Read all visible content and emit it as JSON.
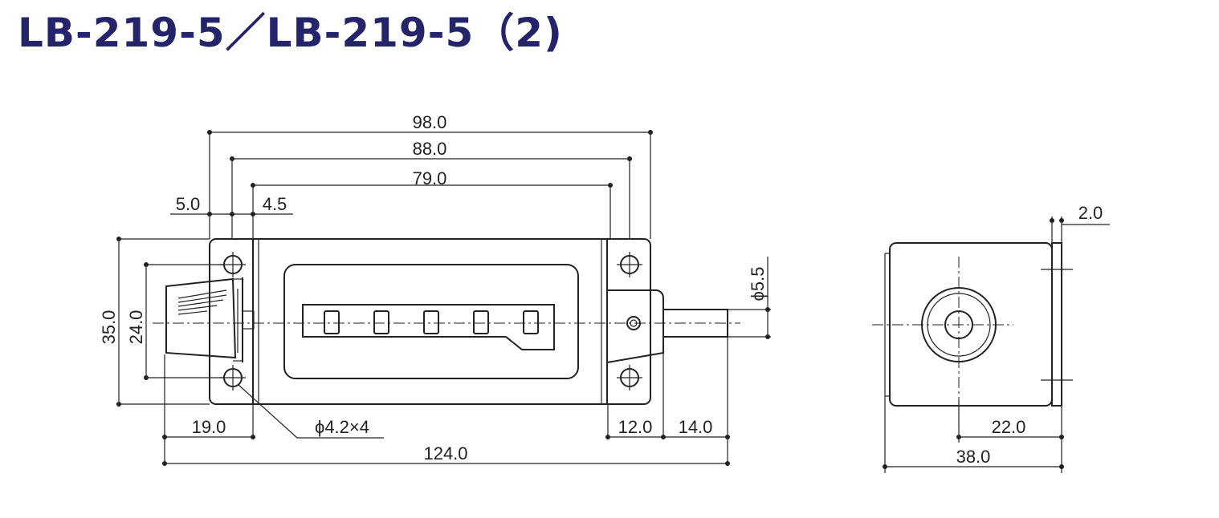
{
  "title": "LB-219-5／LB-219-5（2)",
  "dimensions": {
    "overall_width": "98.0",
    "hole_pitch": "88.0",
    "window_width": "79.0",
    "left_offset": "5.0",
    "window_offset": "4.5",
    "height": "35.0",
    "hole_vertical": "24.0",
    "shaft_diameter": "ϕ5.5",
    "hole_spec": "ϕ4.2×4",
    "knob_length": "19.0",
    "right_flange": "12.0",
    "shaft_length": "14.0",
    "total_length": "124.0",
    "side_flange": "2.0",
    "side_center": "22.0",
    "side_depth": "38.0"
  },
  "counter_digits": 5,
  "colors": {
    "title": "#24246b",
    "line": "#222222"
  }
}
